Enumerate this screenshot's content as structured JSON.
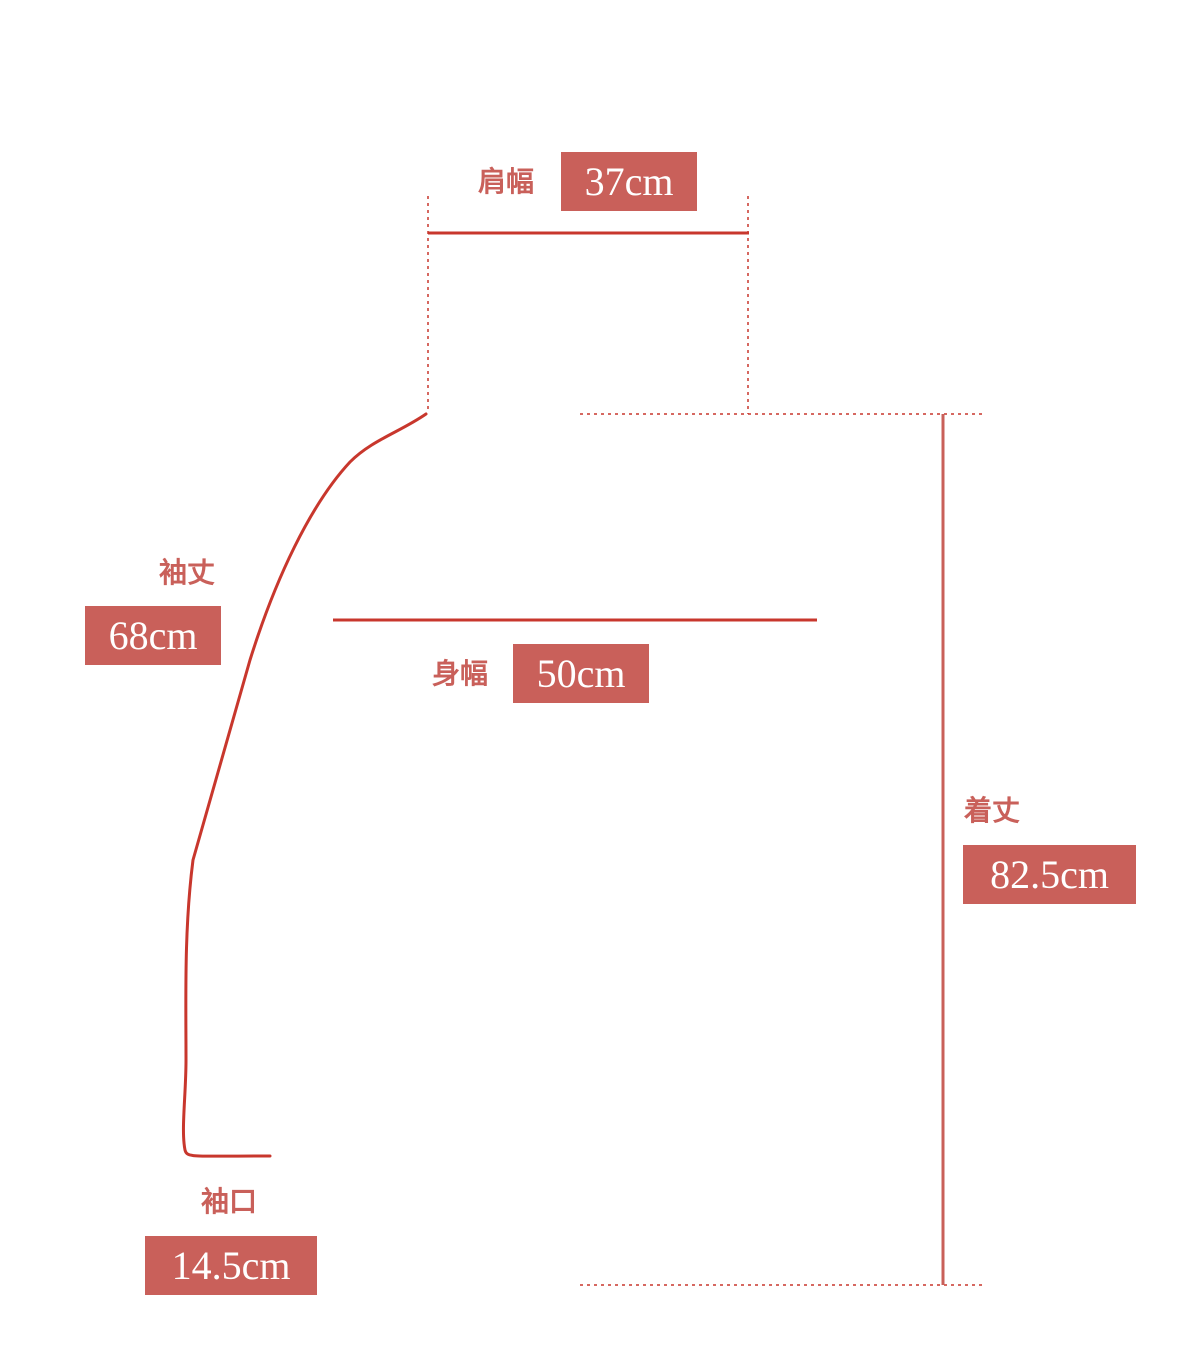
{
  "colors": {
    "accent": "#c9605a",
    "line": "#c8372d",
    "background": "#ffffff"
  },
  "measurements": {
    "shoulder_width": {
      "label": "肩幅",
      "value": "37cm"
    },
    "sleeve_length": {
      "label": "袖丈",
      "value": "68cm"
    },
    "body_width": {
      "label": "身幅",
      "value": "50cm"
    },
    "total_length": {
      "label": "着丈",
      "value": "82.5cm"
    },
    "cuff_width": {
      "label": "袖口",
      "value": "14.5cm"
    }
  }
}
